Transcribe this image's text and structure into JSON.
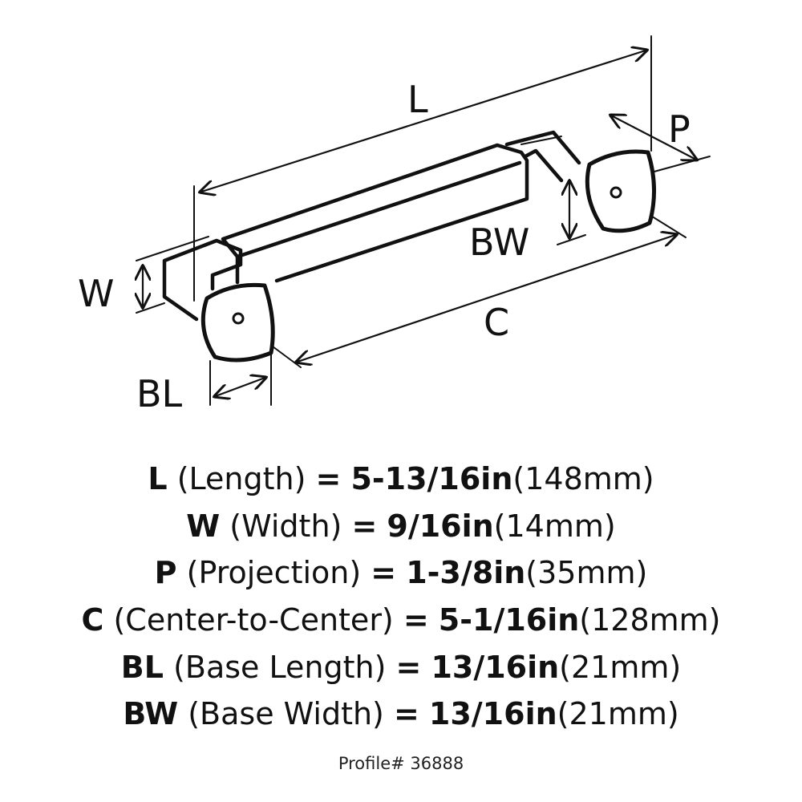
{
  "diagram": {
    "labels": {
      "L": "L",
      "P": "P",
      "BW": "BW",
      "C": "C",
      "W": "W",
      "BL": "BL"
    }
  },
  "specs": [
    {
      "key": "L",
      "desc": "(Length)",
      "eq": "=",
      "imperial": "5-13/16in",
      "metric": "(148mm)"
    },
    {
      "key": "W",
      "desc": "(Width)",
      "eq": "=",
      "imperial": "9/16in",
      "metric": "(14mm)"
    },
    {
      "key": "P",
      "desc": "(Projection)",
      "eq": "=",
      "imperial": "1-3/8in",
      "metric": "(35mm)"
    },
    {
      "key": "C",
      "desc": "(Center-to-Center)",
      "eq": "=",
      "imperial": "5-1/16in",
      "metric": "(128mm)"
    },
    {
      "key": "BL",
      "desc": "(Base Length)",
      "eq": "=",
      "imperial": "13/16in",
      "metric": "(21mm)"
    },
    {
      "key": "BW",
      "desc": "(Base Width)",
      "eq": "=",
      "imperial": "13/16in",
      "metric": "(21mm)"
    }
  ],
  "profile": "Profile# 36888"
}
